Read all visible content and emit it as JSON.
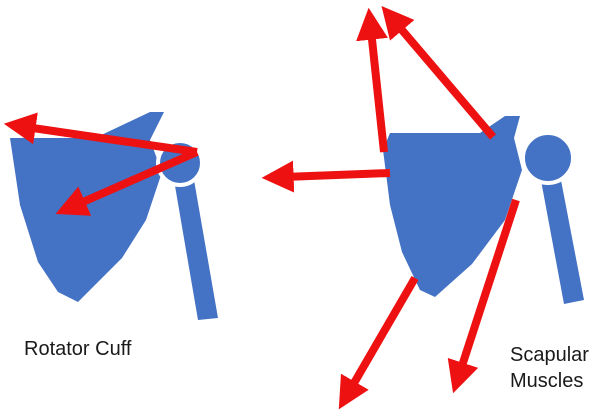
{
  "colors": {
    "bone": "#4472C4",
    "arrow": "#EE1111",
    "background": "#FFFFFF",
    "text": "#1A1A1A"
  },
  "labels": {
    "left": "Rotator Cuff",
    "right_line1": "Scapular",
    "right_line2": "Muscles"
  }
}
